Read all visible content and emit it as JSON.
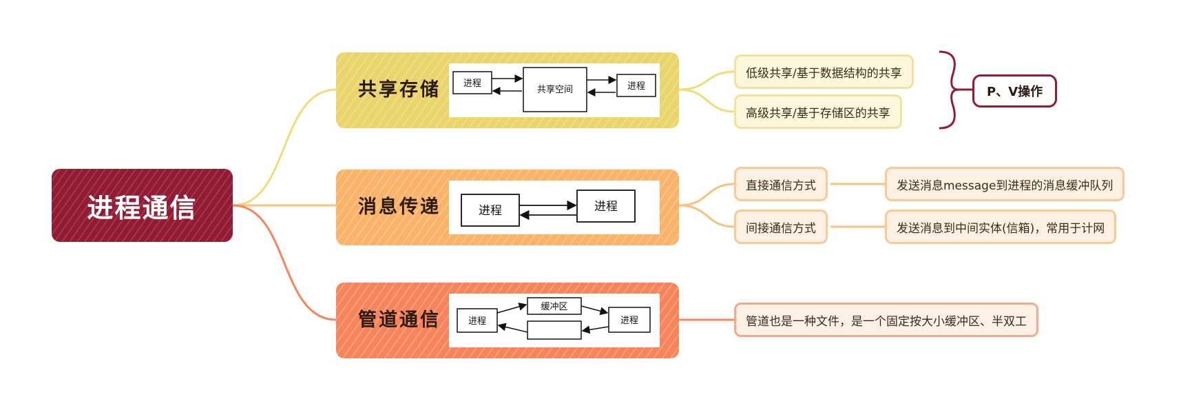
{
  "colors": {
    "root": "#931a33",
    "branch_shared": "#ead46c",
    "branch_message": "#fbb36a",
    "branch_pipe": "#f7845a",
    "link_shared": "#f0dc78",
    "link_message": "#fcc07e",
    "link_pipe": "#f7845a"
  },
  "root": {
    "label": "进程通信"
  },
  "branches": [
    {
      "label": "共享存储",
      "illustration": {
        "left_box": "进程",
        "center_box": "共享空间",
        "right_box": "进程"
      },
      "children": [
        {
          "label": "低级共享/基于数据结构的共享"
        },
        {
          "label": "高级共享/基于存储区的共享"
        }
      ],
      "summary": {
        "label": "P、V操作"
      }
    },
    {
      "label": "消息传递",
      "illustration": {
        "left_box": "进程",
        "right_box": "进程"
      },
      "children": [
        {
          "label": "直接通信方式",
          "detail": "发送消息message到进程的消息缓冲队列"
        },
        {
          "label": "间接通信方式",
          "detail": "发送消息到中间实体(信箱)，常用于计网"
        }
      ]
    },
    {
      "label": "管道通信",
      "illustration": {
        "left_box": "进程",
        "top_box": "缓冲区",
        "bottom_box": "",
        "right_box": "进程"
      },
      "children": [
        {
          "label": "管道也是一种文件，是一个固定按大小缓冲区、半双工"
        }
      ]
    }
  ]
}
